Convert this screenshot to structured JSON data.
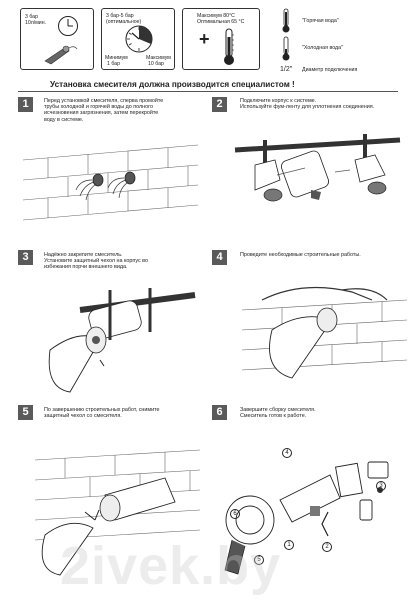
{
  "specs": {
    "box1": {
      "line1": "3 бар",
      "line2": "10л/мин."
    },
    "box2": {
      "line1": "3 бар-5 бар",
      "line2": "(оптимальное)",
      "min_label": "Минимум",
      "min_value": "1 бар",
      "max_label": "Максимум",
      "max_value": "10 бар"
    },
    "box3": {
      "line1": "Максимум 80°C",
      "line2": "Оптимальная 65 °C",
      "sign": "+"
    }
  },
  "legend": {
    "hot": "\"Горячая вода\"",
    "cold": "\"Холодная вода\"",
    "diameter_symbol": "1/2\"",
    "diameter_label": "Диаметр подключения"
  },
  "main_title": "Установка смесителя должна производится специалистом !",
  "steps": [
    {
      "number": "1",
      "lines": [
        "Перед установкой смесителя, сперва промойте",
        "трубы холодной и горячей воды до полного",
        "исчезновения загрязнения, затем перекройте",
        "воду в системе."
      ]
    },
    {
      "number": "2",
      "lines": [
        "Подключите корпус  к системе.",
        "Используйте фум-ленту для уплотнения соединения."
      ]
    },
    {
      "number": "3",
      "lines": [
        "Надёжно закрепите смеситель.",
        "Установите защитный чехол на корпус во",
        "избежания порчи внешнего вида."
      ]
    },
    {
      "number": "4",
      "lines": [
        "Проведите необходимые строительные работы."
      ]
    },
    {
      "number": "5",
      "lines": [
        "По завершению строительных работ, снимите",
        "защитный чехол со смесителя."
      ]
    },
    {
      "number": "6",
      "lines": [
        "Завершите сборку смесителя.",
        "Смеситель готов к работе."
      ]
    }
  ],
  "step6_callouts": [
    "1",
    "2",
    "3",
    "4",
    "5",
    "6"
  ],
  "watermark": "2ivek.by"
}
